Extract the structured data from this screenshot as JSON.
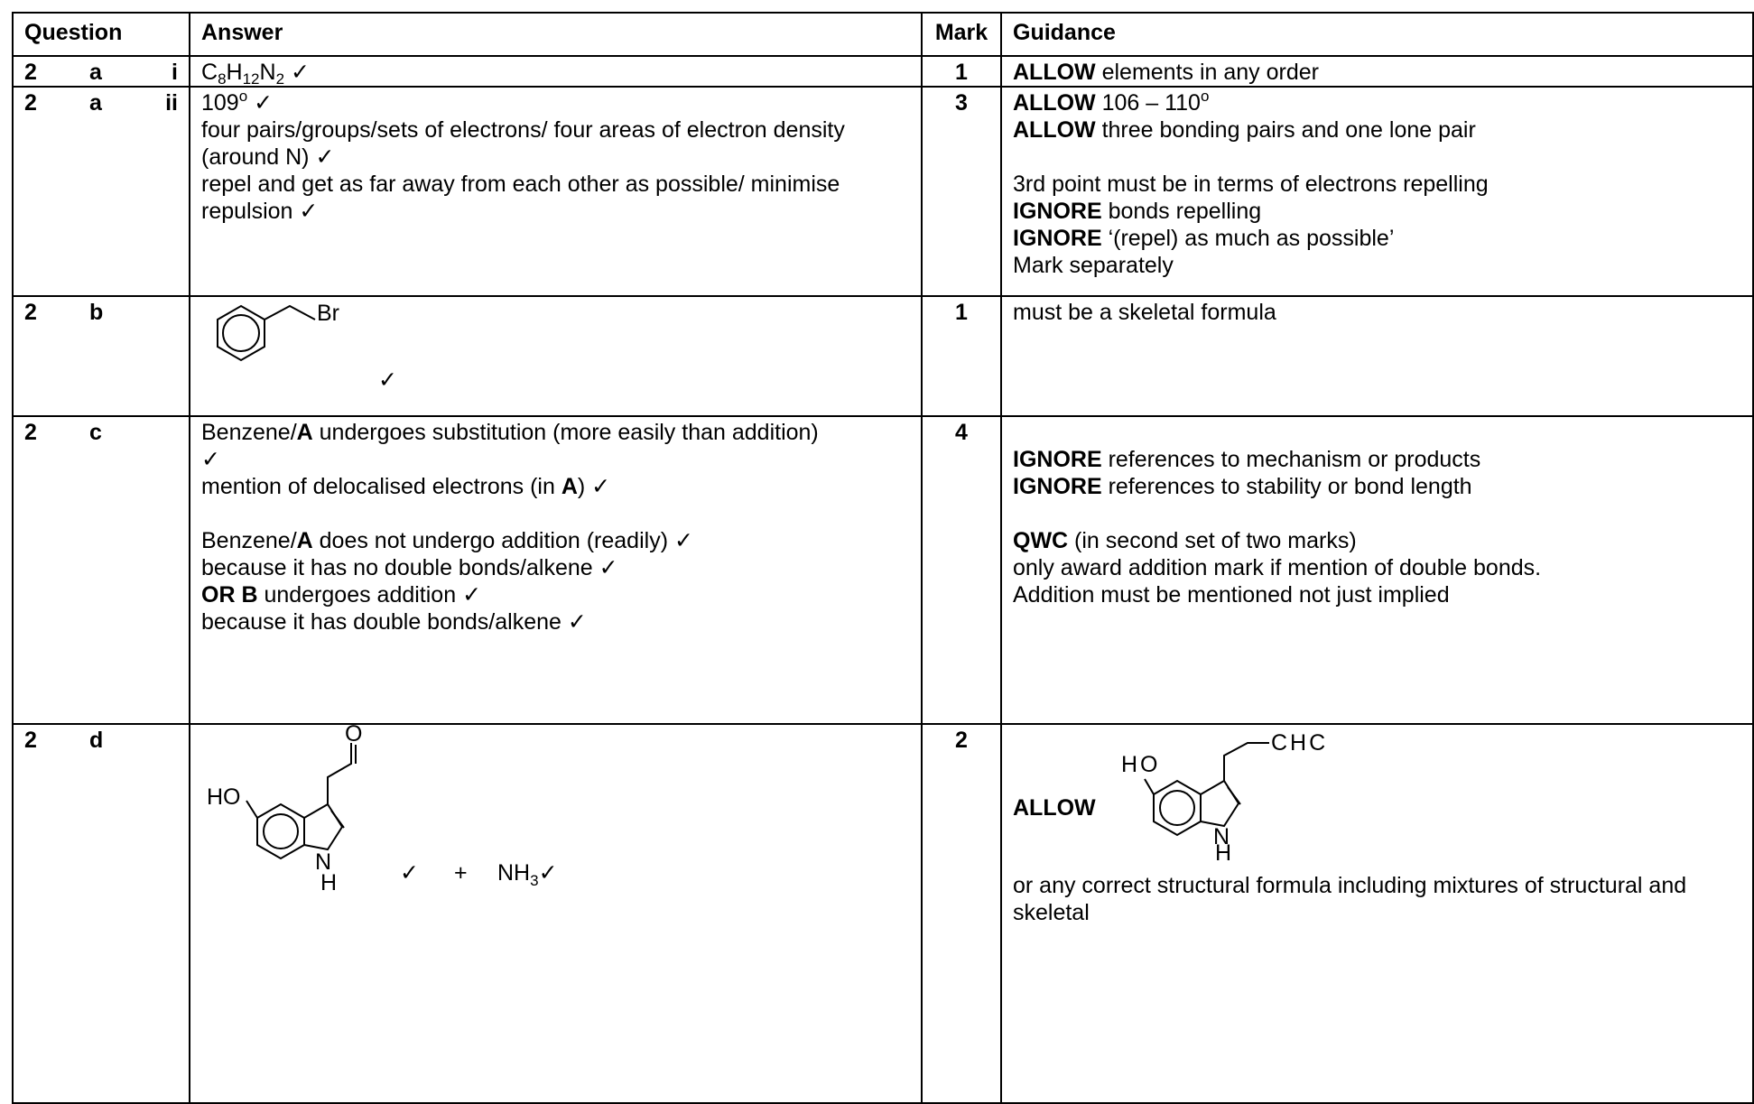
{
  "header": {
    "question": "Question",
    "answer": "Answer",
    "mark": "Mark",
    "guidance": "Guidance"
  },
  "rows": [
    {
      "q": "2",
      "part": "a",
      "sub": "i",
      "answer": {
        "formula_pre": "C",
        "s1": "8",
        "h": "H",
        "s2": "12",
        "n": "N",
        "s3": "2",
        "tick": " ✓"
      },
      "mark": "1",
      "guidance": {
        "b1": "ALLOW",
        "t1": " elements in any order"
      }
    },
    {
      "q": "2",
      "part": "a",
      "sub": "ii",
      "answer": {
        "l1_pre": "109",
        "l1_sup": "o",
        "l1_tick": " ✓",
        "l2": "four pairs/groups/sets of electrons/ four areas of electron density (around N) ✓",
        "l3": "repel and get as far away from each other as possible/ minimise repulsion ✓"
      },
      "mark": "3",
      "guidance": {
        "g1b": "ALLOW",
        "g1t": " 106 – 110",
        "g1sup": "o",
        "g2b": "ALLOW",
        "g2t": " three bonding pairs and one lone pair",
        "g3": "3rd point must be in terms of electrons repelling",
        "g4b": "IGNORE",
        "g4t": " bonds repelling",
        "g5b": "IGNORE",
        "g5t": " ‘(repel) as much as possible’",
        "g6": "Mark separately"
      }
    },
    {
      "q": "2",
      "part": "b",
      "sub": "",
      "answer": {
        "br": "Br",
        "tick": "✓"
      },
      "mark": "1",
      "guidance": {
        "t1": "must be a skeletal formula"
      }
    },
    {
      "q": "2",
      "part": "c",
      "sub": "",
      "answer": {
        "l1_pre": "Benzene/",
        "l1_b": "A",
        "l1_post": " undergoes substitution (more easily than addition)",
        "l1_tick": "✓",
        "l2_pre": "mention of delocalised electrons (in ",
        "l2_b": "A",
        "l2_post": ") ✓",
        "l3_pre": "Benzene/",
        "l3_b": "A",
        "l3_post": " does not undergo addition (readily) ✓",
        "l4": "because it has no double bonds/alkene ✓",
        "l5_b": "OR B",
        "l5_post": " undergoes addition ✓",
        "l6": "because it has double bonds/alkene ✓"
      },
      "mark": "4",
      "guidance": {
        "g1b": "IGNORE",
        "g1t": " references to mechanism or products",
        "g2b": "IGNORE",
        "g2t": " references to stability or bond length",
        "g3b": "QWC",
        "g3t": " (in second set of two marks)",
        "g4": "only award addition mark if mention of double bonds.",
        "g5": "Addition must be mentioned not just implied"
      }
    },
    {
      "q": "2",
      "part": "d",
      "sub": "",
      "answer": {
        "o": "O",
        "ho": "HO",
        "n": "N",
        "h": "H",
        "tick1": "✓",
        "plus": "+",
        "nh": "NH",
        "nh_sub": "3",
        "tick2": "✓"
      },
      "mark": "2",
      "guidance": {
        "allow": "ALLOW",
        "struct_ho": "HO",
        "struct_chc": "CHC",
        "struct_n": "N",
        "struct_h": "H",
        "t1": "or any correct structural formula including mixtures of structural and skeletal"
      }
    }
  ]
}
